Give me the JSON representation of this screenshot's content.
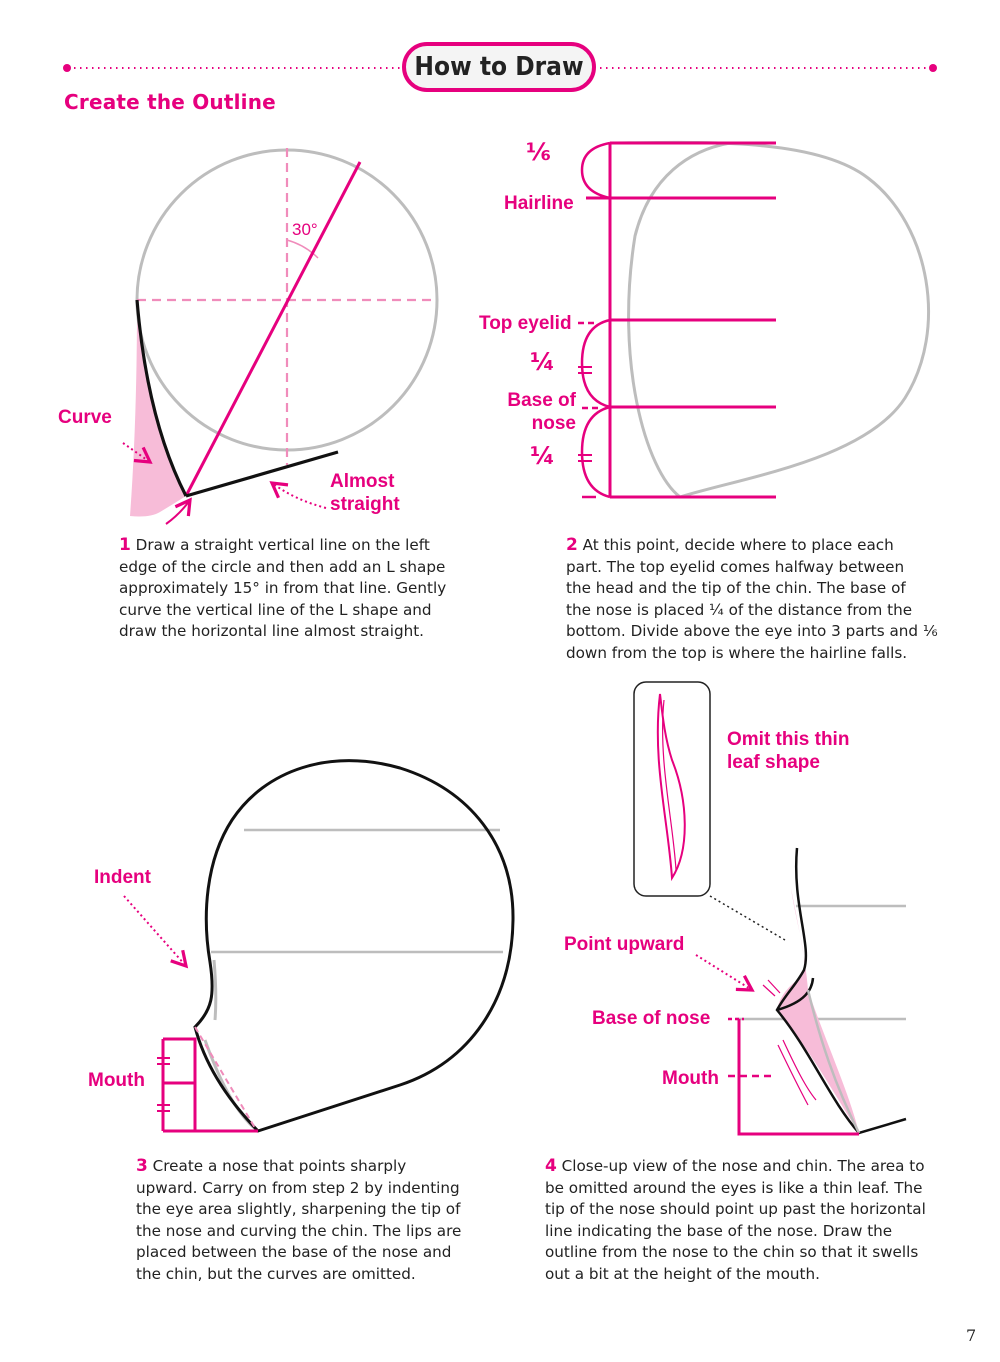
{
  "header": {
    "title": "How to Draw"
  },
  "section": {
    "heading": "Create the Outline"
  },
  "fig1": {
    "angle_label": "30°",
    "curve_label": "Curve",
    "straight_label": "Almost\nstraight"
  },
  "fig2": {
    "labels": {
      "sixth": "⅙",
      "hairline": "Hairline",
      "top_eyelid": "Top eyelid",
      "quarter_1": "¼",
      "base_of_nose": "Base of\nnose",
      "quarter_2": "¼"
    }
  },
  "fig3": {
    "indent_label": "Indent",
    "mouth_label": "Mouth"
  },
  "fig4": {
    "omit_label": "Omit this thin\nleaf shape",
    "point_upward_label": "Point upward",
    "base_of_nose_label": "Base of nose",
    "mouth_label": "Mouth"
  },
  "steps": [
    {
      "number": "1",
      "text": "Draw a straight vertical line on the left\nedge of the circle and then add an L shape\napproximately 15° in from that line. Gently\ncurve the vertical line of the L shape and\ndraw the horizontal line almost straight."
    },
    {
      "number": "2",
      "text": "At this point, decide where to place each\npart. The top eyelid comes halfway between\nthe head and the tip of the chin. The base of\nthe nose is placed ¼ of the distance from the\nbottom. Divide above the eye into 3 parts and ⅙\ndown from the top is where the hairline falls."
    },
    {
      "number": "3",
      "text": "Create a nose that points sharply\nupward. Carry on from step 2 by indenting\nthe eye area slightly, sharpening the tip of\nthe nose and curving the chin. The lips are\nplaced between the base of the nose and\nthe chin, but the curves are omitted."
    },
    {
      "number": "4",
      "text": "Close-up view of the nose and chin. The area to\nbe omitted around the eyes is like a thin leaf. The\ntip of the nose should point up past the horizontal\nline indicating the base of the nose. Draw the\noutline from the nose to the chin so that it swells\nout a bit at the height of the mouth."
    }
  ],
  "page": {
    "number": "7"
  },
  "colors": {
    "accent": "#e6007e",
    "accent_light": "#f4aacb",
    "guide_gray": "#bdbdbd",
    "ink": "#222222"
  }
}
